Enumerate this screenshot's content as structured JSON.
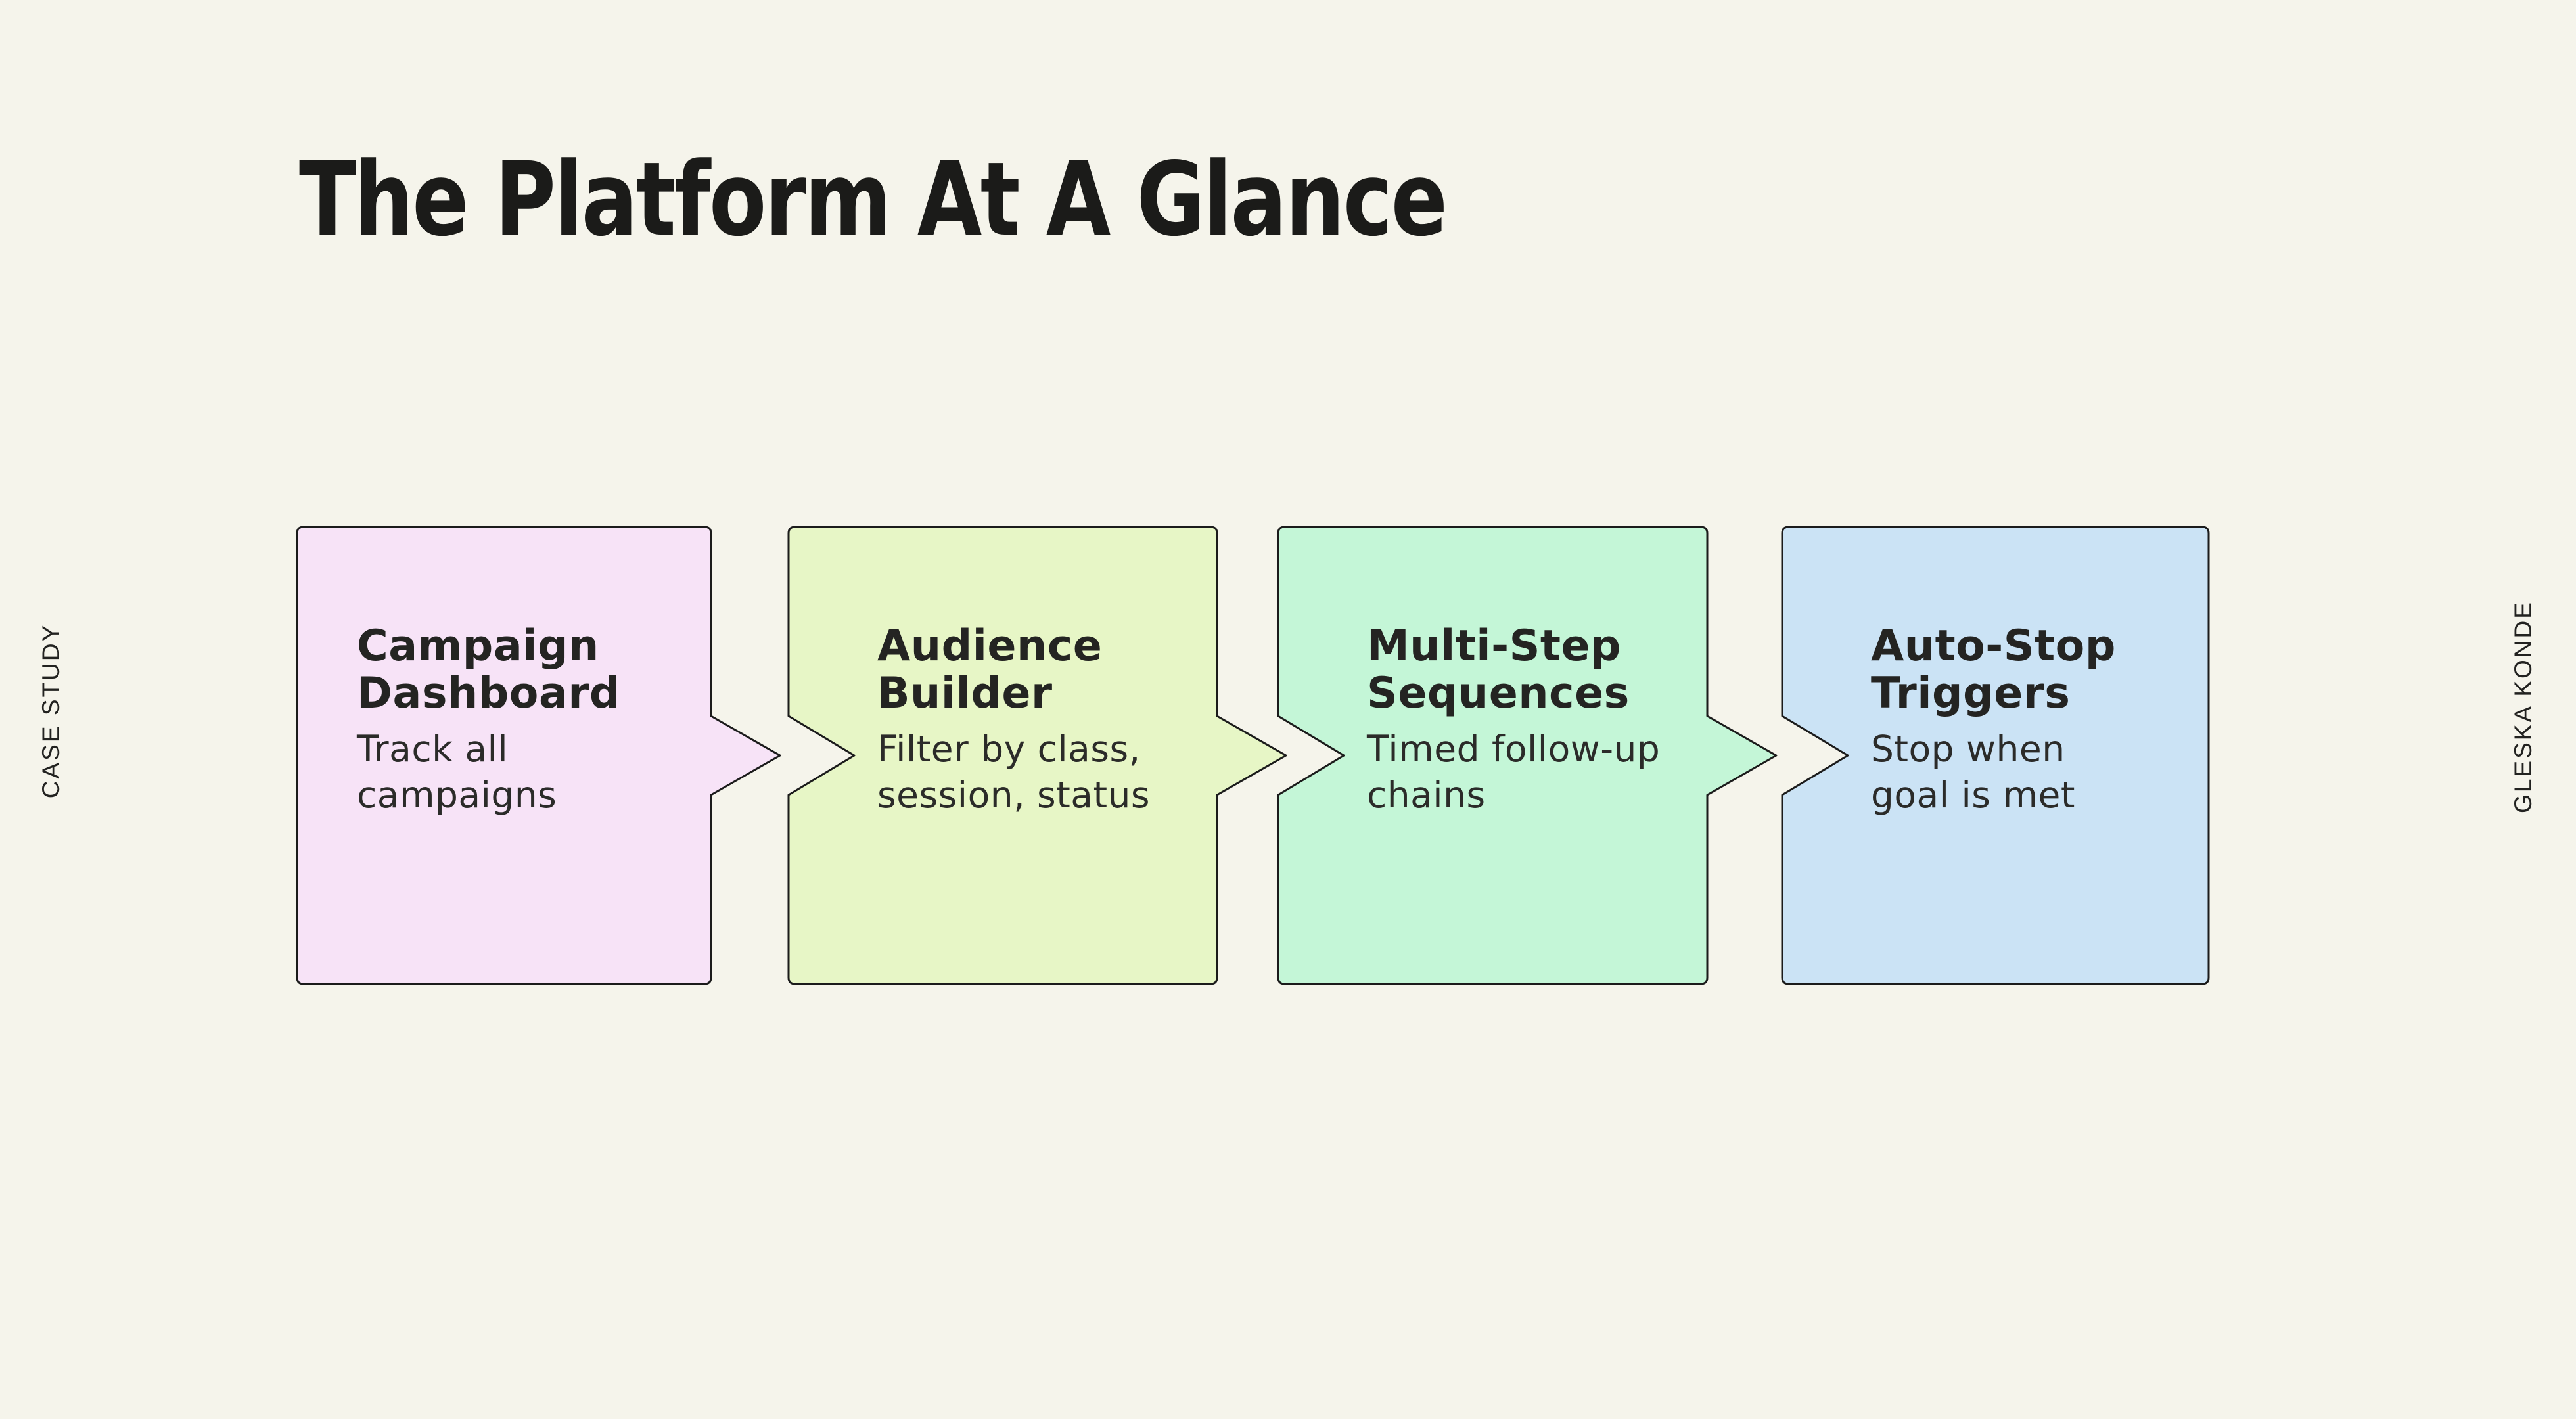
{
  "page": {
    "title": "The Platform At A Glance",
    "left_vertical_label": "CASE STUDY",
    "right_vertical_label": "GLESKA KONDE",
    "background_color": "#F5F4EB",
    "outline_color": "#1B1B1B"
  },
  "flow": {
    "steps": [
      {
        "title": "Campaign\nDashboard",
        "description": "Track all\ncampaigns",
        "color": "#F7E3F7"
      },
      {
        "title": "Audience\nBuilder",
        "description": "Filter by class,\nsession, status",
        "color": "#E7F6C6"
      },
      {
        "title": "Multi-Step\nSequences",
        "description": "Timed follow-up\nchains",
        "color": "#C4F6D7"
      },
      {
        "title": "Auto-Stop\nTriggers",
        "description": "Stop when\ngoal is met",
        "color": "#CBE3F5"
      }
    ]
  }
}
